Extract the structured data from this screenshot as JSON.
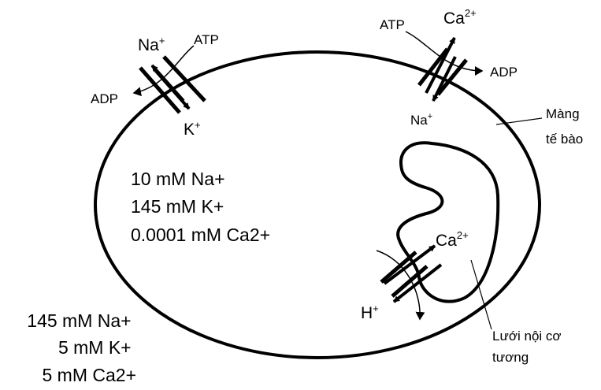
{
  "colors": {
    "ink": "#000000",
    "background": "#ffffff"
  },
  "pump_left": {
    "ion_in": "Na",
    "ion_in_charge": "+",
    "energy_in": "ATP",
    "energy_out": "ADP",
    "ion_out": "K",
    "ion_out_charge": "+"
  },
  "pump_right": {
    "energy_in": "ATP",
    "ion_out": "Ca",
    "ion_out_charge": "2+",
    "energy_out": "ADP",
    "ion_in": "Na",
    "ion_in_charge": "+"
  },
  "membrane_label": [
    "Màng",
    "tế bào"
  ],
  "intracellular": [
    "10 mM Na+",
    "145 mM K+",
    "0.0001 mM Ca2+"
  ],
  "extracellular": [
    "145 mM Na+",
    "5 mM K+",
    "5 mM Ca2+"
  ],
  "er_pump": {
    "ion_in": "Ca",
    "ion_in_charge": "2+",
    "ion_out": "H",
    "ion_out_charge": "+"
  },
  "er_label": [
    "Lưới nội cơ",
    "tương"
  ]
}
